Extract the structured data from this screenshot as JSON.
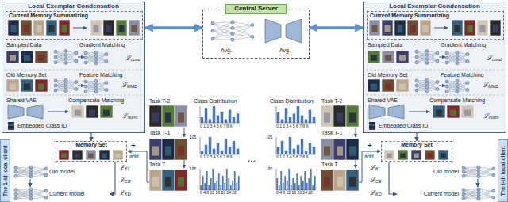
{
  "diagram": {
    "nodes": [
      {
        "text": [
          "Central Server"
        ]
      },
      {
        "text": [
          "Local Exemplar Condensation"
        ]
      },
      {
        "text": [
          "Current Memory Summarizing"
        ],
        "in": 1
      },
      {
        "text": [
          "The 1-st local client"
        ]
      },
      {
        "text": [
          "Memory Set"
        ]
      },
      {
        "text": [
          "Old model"
        ]
      },
      {
        "text": [
          "Current model"
        ]
      },
      {
        "text": [
          "Local Exemplar Condensation"
        ]
      },
      {
        "text": [
          "Current Memory Summarizing"
        ],
        "in": 7
      },
      {
        "text": [
          "The i-th local client"
        ]
      },
      {
        "text": [
          "Memory Set"
        ]
      },
      {
        "text": [
          "Old model"
        ]
      },
      {
        "text": [
          "Current model"
        ]
      }
    ],
    "edges": [
      {
        "from": 1,
        "to": 0,
        "arrow": "both"
      },
      {
        "from": 7,
        "to": 0,
        "arrow": "both"
      },
      {
        "from": 1,
        "to": 4,
        "arrow": "to"
      },
      {
        "from": 4,
        "to": 6,
        "arrow": "to"
      },
      {
        "from": 5,
        "to": 6,
        "arrow": "to"
      },
      {
        "from": 7,
        "to": 10,
        "arrow": "to"
      },
      {
        "from": 10,
        "to": 12,
        "arrow": "to"
      },
      {
        "from": 11,
        "to": 12,
        "arrow": "to"
      }
    ],
    "labels": [
      "Avg.",
      "Avg.",
      "Sampled Data",
      "Gradient Matching",
      "ℒcond",
      "Old Memory Set",
      "Feature Matching",
      "ℒMMD",
      "Shared VAE",
      "Compensate Matching",
      "Embedded Class ID",
      "ℒnorm",
      "Task T-2",
      "Task T-1",
      "Task T",
      "Class Distribution",
      "0 1 2 3 4 5 6 7 8 9",
      "105",
      "0 1 2 3 4 5 6 7 8 9",
      "195",
      "0 4 8 12 16 20 24 28",
      "+",
      "add",
      "ℒKL",
      "ℒCE",
      "ℒKD",
      "...",
      "Sampled Data",
      "Gradient Matching",
      "ℒcond",
      "Old Memory Set",
      "Feature Matching",
      "ℒMMD",
      "Shared VAE",
      "Compensate Matching",
      "Embedded Class ID",
      "ℒnorm",
      "Task T-2",
      "Task T-1",
      "Task T",
      "Class Distribution",
      "0 1 2 3 4 5 6 7 8 9",
      "105",
      "0 1 2 3 4 5 6 7 8 9",
      "195",
      "0 4 8 12 16 20 24 28",
      "+",
      "add",
      "ℒKL",
      "ℒCE",
      "ℒKD"
    ]
  }
}
